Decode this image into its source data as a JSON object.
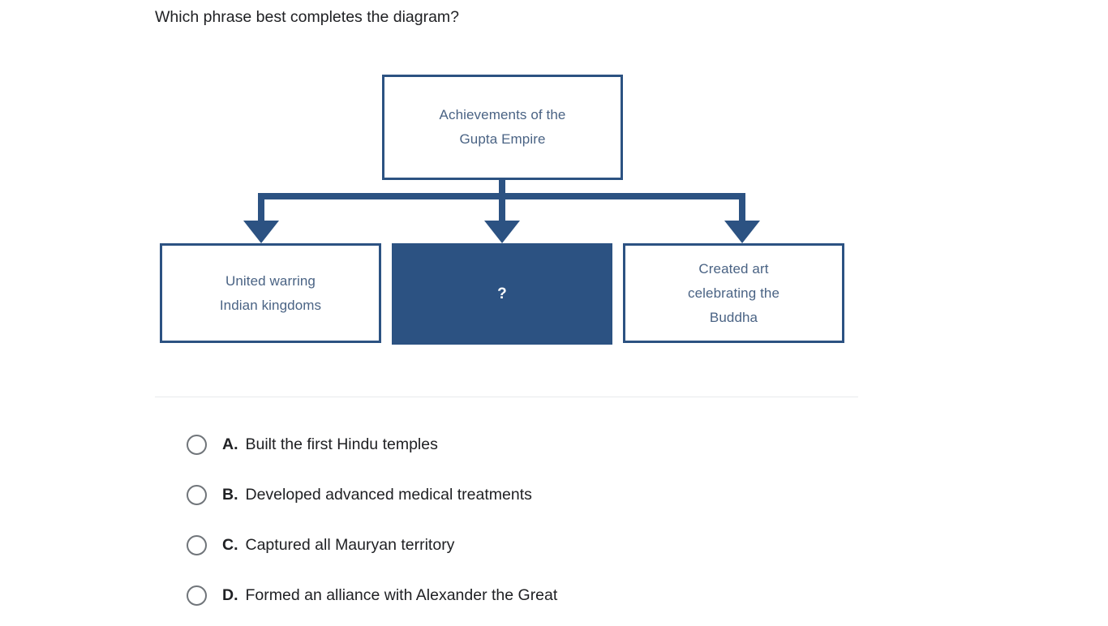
{
  "question": {
    "prompt": "Which phrase best completes the diagram?"
  },
  "diagram": {
    "type": "hierarchy-tree",
    "root": {
      "label": "Achievements of the Gupta Empire",
      "line1": "Achievements of the",
      "line2": "Gupta Empire"
    },
    "children": [
      {
        "id": "left",
        "line1": "United warring",
        "line2": "Indian kingdoms",
        "filled": false
      },
      {
        "id": "middle",
        "line1": "?",
        "line2": "",
        "filled": true
      },
      {
        "id": "right",
        "line1": "Created art",
        "line2": "celebrating the",
        "line3": "Buddha",
        "filled": false
      }
    ],
    "colors": {
      "border": "#2c5282",
      "fill": "#2c5282",
      "text": "#4a6384",
      "fill_text": "#ffffff",
      "connector": "#2c5282"
    }
  },
  "options": [
    {
      "letter": "A.",
      "text": "Built the first Hindu temples",
      "selected": false
    },
    {
      "letter": "B.",
      "text": "Developed advanced medical treatments",
      "selected": false
    },
    {
      "letter": "C.",
      "text": "Captured all Mauryan territory",
      "selected": false
    },
    {
      "letter": "D.",
      "text": "Formed an alliance with Alexander the Great",
      "selected": false
    }
  ]
}
